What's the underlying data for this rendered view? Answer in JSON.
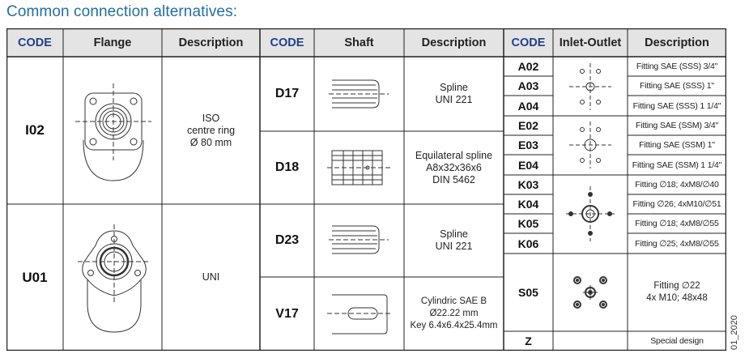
{
  "title": "Common connection alternatives:",
  "side_code": "01_2020",
  "headers": {
    "code1": "CODE",
    "flange": "Flange",
    "desc1": "Description",
    "code2": "CODE",
    "shaft": "Shaft",
    "desc2": "Description",
    "code3": "CODE",
    "inlet_outlet": "Inlet-Outlet",
    "desc3": "Description"
  },
  "flanges": [
    {
      "code": "I02",
      "icon": "flange-iso-drawing",
      "desc": [
        "ISO",
        "centre ring",
        "Ø 80 mm"
      ]
    },
    {
      "code": "U01",
      "icon": "flange-uni-drawing",
      "desc": [
        "UNI"
      ]
    }
  ],
  "shafts": [
    {
      "code": "D17",
      "icon": "spline-shaft-drawing",
      "desc": [
        "Spline",
        "UNI 221"
      ]
    },
    {
      "code": "D18",
      "icon": "equilateral-spline-shaft-drawing",
      "desc": [
        "Equilateral spline",
        "A8x32x36x6",
        "DIN 5462"
      ]
    },
    {
      "code": "D23",
      "icon": "spline-shaft-drawing",
      "desc": [
        "Spline",
        "UNI 221"
      ]
    },
    {
      "code": "V17",
      "icon": "cylindric-keyed-shaft-drawing",
      "desc": [
        "Cylindric SAE B",
        "Ø22.22 mm",
        "Key 6.4x6.4x25.4mm"
      ]
    }
  ],
  "ports": [
    {
      "code": "A02",
      "desc": "Fitting SAE (SSS) 3/4\""
    },
    {
      "code": "A03",
      "desc": "Fitting SAE (SSS) 1\""
    },
    {
      "code": "A04",
      "desc": "Fitting SAE (SSS) 1 1/4\""
    },
    {
      "code": "E02",
      "desc": "Fitting SAE (SSM) 3/4\""
    },
    {
      "code": "E03",
      "desc": "Fitting SAE (SSM) 1\""
    },
    {
      "code": "E04",
      "desc": "Fitting SAE (SSM) 1 1/4\""
    },
    {
      "code": "K03",
      "desc": "Fitting ∅18; 4xM8/∅40"
    },
    {
      "code": "K04",
      "desc": "Fitting ∅26; 4xM10/∅51"
    },
    {
      "code": "K05",
      "desc": "Fitting ∅18; 4xM8/∅55"
    },
    {
      "code": "K06",
      "desc": "Fitting ∅25; 4xM8/∅55"
    },
    {
      "code": "S05",
      "desc": "Fitting ∅22\n4x M10; 48x48"
    },
    {
      "code": "Z",
      "desc": "Special design"
    }
  ],
  "port_icons": [
    "sae-sss-port-drawing",
    "sae-ssm-port-drawing",
    "k-port-drawing",
    "s05-port-drawing"
  ],
  "colors": {
    "title": "#1e6fa8",
    "code_header": "#1e3f8c",
    "header_bg": "#e4e4e4",
    "grid": "#222222"
  }
}
